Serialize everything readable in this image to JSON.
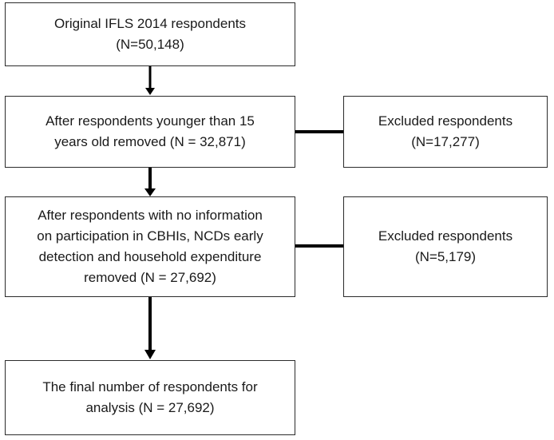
{
  "flowchart": {
    "step1": {
      "lines": [
        "Original IFLS 2014 respondents",
        "(N=50,148)"
      ]
    },
    "step2": {
      "lines": [
        "After respondents younger than 15",
        "years old removed (N = 32,871)"
      ]
    },
    "excluded1": {
      "lines": [
        "Excluded respondents",
        "(N=17,277)"
      ]
    },
    "step3": {
      "lines": [
        "After respondents with no information",
        "on participation in CBHIs, NCDs early",
        "detection and household expenditure",
        "removed (N = 27,692)"
      ]
    },
    "excluded2": {
      "lines": [
        "Excluded respondents",
        "(N=5,179)"
      ]
    },
    "final": {
      "lines": [
        "The final number of respondents for",
        "analysis (N = 27,692)"
      ]
    }
  }
}
